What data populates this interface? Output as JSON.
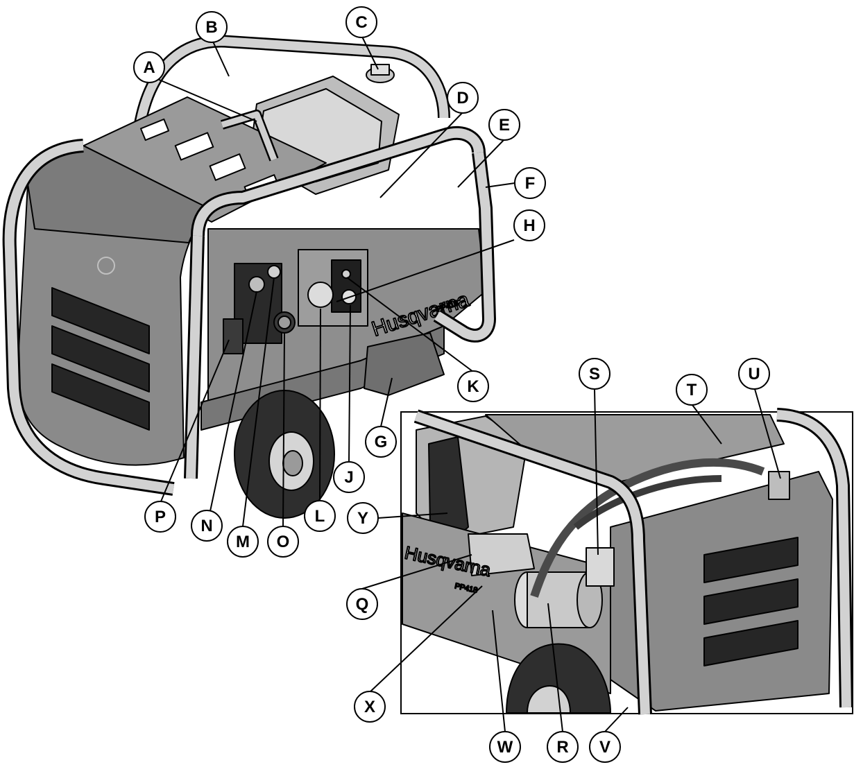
{
  "brand": {
    "name": "Husqvarna",
    "model": "PP418"
  },
  "callouts": [
    {
      "id": "A",
      "label": "A"
    },
    {
      "id": "B",
      "label": "B"
    },
    {
      "id": "C",
      "label": "C"
    },
    {
      "id": "D",
      "label": "D"
    },
    {
      "id": "E",
      "label": "E"
    },
    {
      "id": "F",
      "label": "F"
    },
    {
      "id": "G",
      "label": "G"
    },
    {
      "id": "H",
      "label": "H"
    },
    {
      "id": "J",
      "label": "J"
    },
    {
      "id": "K",
      "label": "K"
    },
    {
      "id": "L",
      "label": "L"
    },
    {
      "id": "M",
      "label": "M"
    },
    {
      "id": "N",
      "label": "N"
    },
    {
      "id": "O",
      "label": "O"
    },
    {
      "id": "P",
      "label": "P"
    },
    {
      "id": "Q",
      "label": "Q"
    },
    {
      "id": "R",
      "label": "R"
    },
    {
      "id": "S",
      "label": "S"
    },
    {
      "id": "T",
      "label": "T"
    },
    {
      "id": "U",
      "label": "U"
    },
    {
      "id": "V",
      "label": "V"
    },
    {
      "id": "W",
      "label": "W"
    },
    {
      "id": "X",
      "label": "X"
    },
    {
      "id": "Y",
      "label": "Y"
    }
  ],
  "colors": {
    "panel": "#8a8a8a",
    "panel_dark": "#5f5f5f",
    "frame": "#d2d2d2",
    "tire": "#2e2e2e",
    "vent": "#262626",
    "line": "#000000"
  }
}
